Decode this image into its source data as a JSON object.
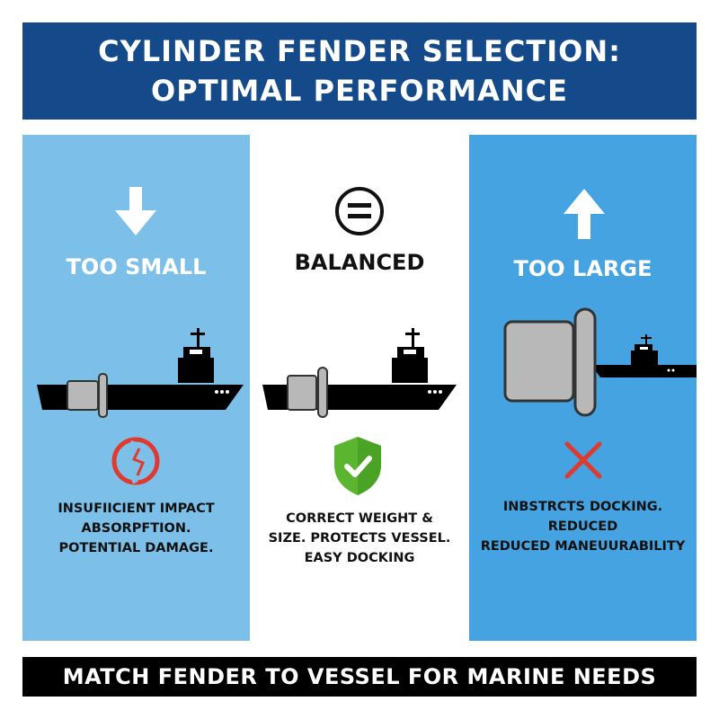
{
  "header": {
    "line1": "CYLINDER FENDER SELECTION:",
    "line2": "OPTIMAL PERFORMANCE"
  },
  "panels": {
    "small": {
      "icon": "down-arrow-icon",
      "title": "TOO SMALL",
      "status_icon": "broken-heart-warning-icon",
      "desc": [
        "INSUFIICIENT IMPACT",
        "ABSORPFTION.",
        "POTENTIAL DAMAGE."
      ]
    },
    "balanced": {
      "icon": "equals-circle-icon",
      "title": "BALANCED",
      "status_icon": "shield-check-icon",
      "desc": [
        "CORRECT WEIGHT &",
        "SIZE. PROTECTS VESSEL.",
        "EASY DOCKING"
      ]
    },
    "large": {
      "icon": "up-arrow-icon",
      "title": "TOO LARGE",
      "status_icon": "red-x-icon",
      "desc": [
        "INBSTRCTS DOCKING.",
        "REDUCED",
        "REDUCED MANEUURABILITY"
      ]
    }
  },
  "footer": {
    "text": "MATCH FENDER TO VESSEL FOR MARINE NEEDS"
  },
  "colors": {
    "header_bg": "#154a8a",
    "left_panel_bg": "#7cc0ea",
    "right_panel_bg": "#44a3e0",
    "fender_gray": "#b8b8b8",
    "shield_green": "#5cb531",
    "alert_red": "#e03a2f"
  }
}
